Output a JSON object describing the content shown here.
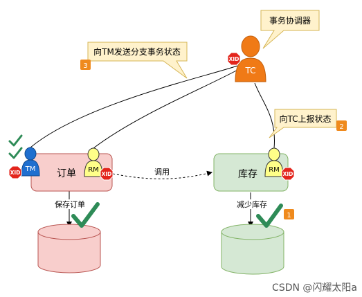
{
  "callouts": {
    "coordinator": "事务协调器",
    "tm_status": "向TM发送分支事务状态",
    "tc_report": "向TC上报状态"
  },
  "steps": {
    "one": "1",
    "two": "2",
    "three": "3"
  },
  "actors": {
    "tc": "TC",
    "tm": "TM",
    "rm_left": "RM",
    "rm_right": "RM"
  },
  "xid_badges": {
    "tc": "XID",
    "tm": "XID",
    "rm_left": "XID",
    "rm_right": "XID"
  },
  "services": {
    "order": "订单",
    "stock": "库存"
  },
  "edges": {
    "call": "调用",
    "save_order": "保存订单",
    "reduce_stock": "减少库存"
  },
  "watermark": "CSDN @闪耀太阳a",
  "colors": {
    "tc_orange": "#f07a16",
    "step_orange": "#ef8a1d",
    "callout_fill": "#fff2cc",
    "callout_border": "#d6b656",
    "order_fill": "#f8cecc",
    "order_border": "#b85450",
    "stock_fill": "#d5e8d4",
    "stock_border": "#82b366",
    "tm_blue": "#1f6fcf",
    "rm_yellow": "#ffff88",
    "xid_red": "#e3251c",
    "check_green": "#2e8b57"
  }
}
